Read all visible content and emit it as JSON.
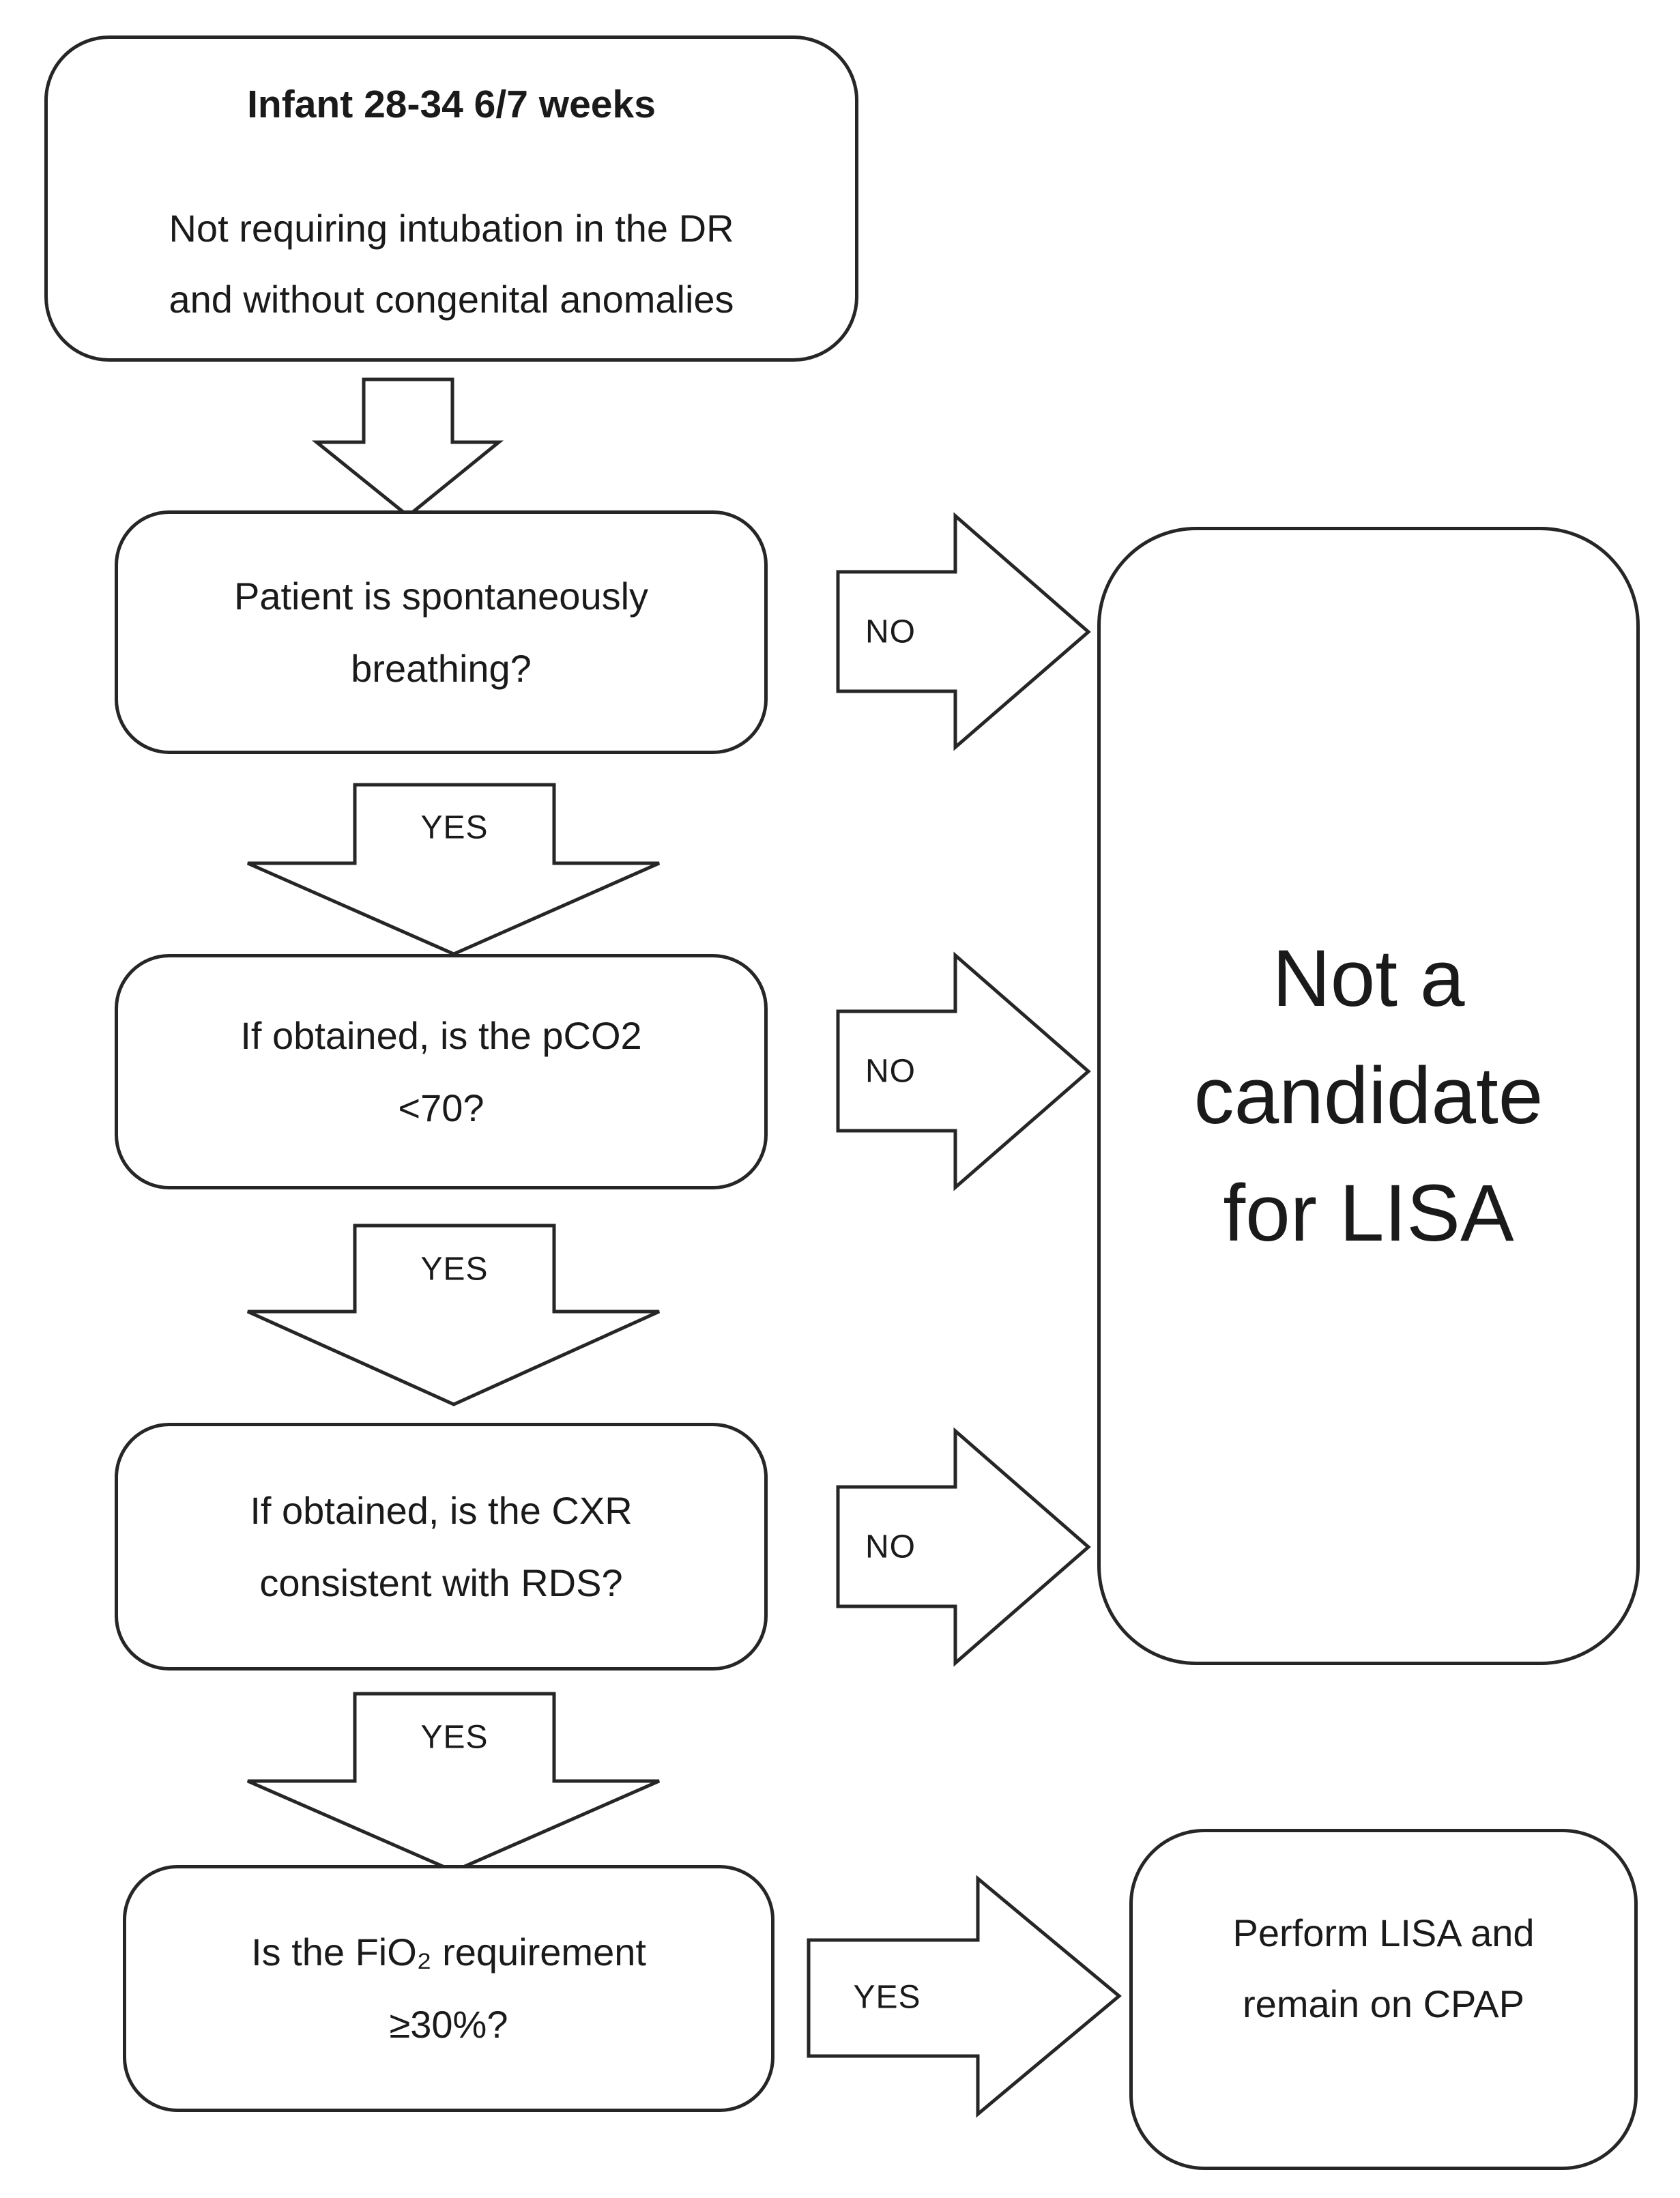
{
  "flowchart": {
    "start": {
      "title": "Infant 28-34 6/7 weeks",
      "lines": [
        "Not requiring intubation in the DR",
        "and without congenital anomalies"
      ]
    },
    "q_breathing": {
      "lines": [
        "Patient is spontaneously",
        "breathing?"
      ]
    },
    "q_pco2": {
      "lines": [
        "If obtained, is the pCO2",
        "<70?"
      ]
    },
    "q_cxr": {
      "lines": [
        "If obtained, is the CXR",
        "consistent with RDS?"
      ]
    },
    "q_fio2": {
      "lines": [
        "Is the FiO₂ requirement",
        "≥30%?"
      ]
    },
    "not_candidate": {
      "lines": [
        "Not a",
        "candidate",
        "for LISA"
      ]
    },
    "perform": {
      "lines": [
        "Perform LISA and",
        "remain on CPAP"
      ]
    },
    "edge_labels": {
      "no_breathing": "NO",
      "no_pco2": "NO",
      "no_cxr": "NO",
      "yes_breathing": "YES",
      "yes_pco2": "YES",
      "yes_cxr": "YES",
      "yes_fio2": "YES"
    },
    "colors": {
      "stroke": "#262626",
      "text": "#1a1a1a",
      "background": "#ffffff"
    }
  }
}
